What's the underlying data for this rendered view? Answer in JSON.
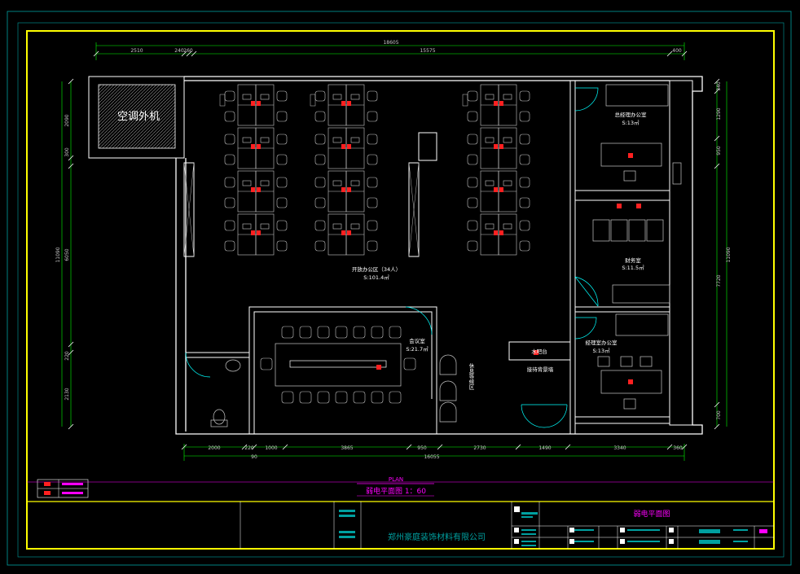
{
  "drawing": {
    "plan_label": "PLAN",
    "title": "弱电平面图  1：60",
    "ac_unit_label": "空调外机",
    "company": "郑州豪庭装饰材料有限公司",
    "sheet_title": "弱电平面图"
  },
  "dimensions": {
    "top_total": "18605",
    "top_segments": [
      "2510",
      "240",
      "260",
      "15575",
      "400"
    ],
    "bottom_total": "16055",
    "bottom_segments": [
      "2000",
      "220",
      "1000",
      "3865",
      "950",
      "2730",
      "1490",
      "3340",
      "360"
    ],
    "bottom_sub": "90",
    "left_total": "11090",
    "left_segments": [
      "2090",
      "300",
      "6050",
      "220",
      "2130"
    ],
    "right_total": "11090",
    "right_segments": [
      "340",
      "1290",
      "950",
      "7720",
      "700"
    ]
  },
  "rooms": [
    {
      "name": "开放办公区（34人）",
      "area": "S:101.4㎡"
    },
    {
      "name": "会议室",
      "area": "S:21.7㎡"
    },
    {
      "name": "总经理办公室",
      "area": "S:13㎡"
    },
    {
      "name": "财务室",
      "area": "S:11.5㎡"
    },
    {
      "name": "经理室办公室",
      "area": "S:13㎡"
    },
    {
      "name": "水吧台",
      "area": ""
    },
    {
      "name": "接待背景墙",
      "area": ""
    },
    {
      "name": "休息等候区",
      "area": ""
    }
  ],
  "colors": {
    "frame": "#ffff00",
    "cyan": "#00ffff",
    "wall": "#ffffff",
    "furniture": "#c8c8c8",
    "outlet": "#ff2020",
    "dimension": "#00ff00",
    "magenta": "#ff00ff",
    "teal": "#00a0a0"
  },
  "legend": {
    "symbols": [
      "network-outlet-icon",
      "phone-outlet-icon"
    ]
  }
}
